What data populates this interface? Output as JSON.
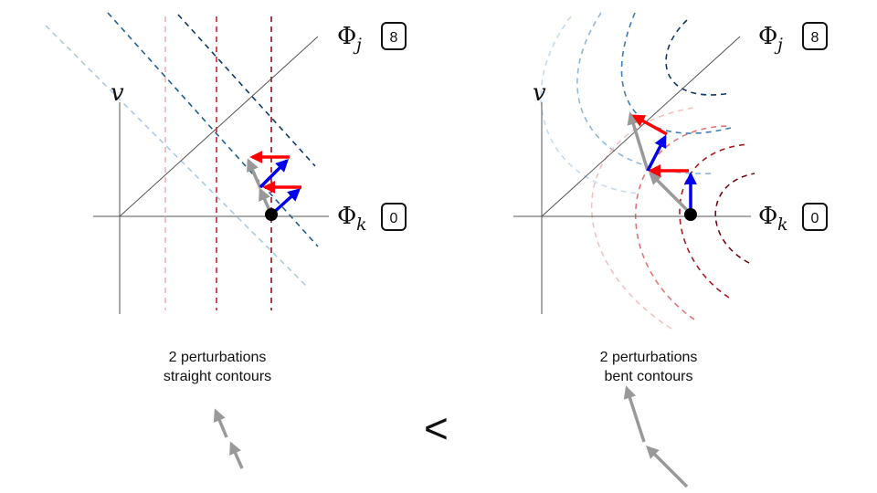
{
  "panels": [
    {
      "axis_y": "v",
      "axis_phi_j": {
        "symbol": "Φ",
        "sub": "j",
        "value": "8"
      },
      "axis_phi_k": {
        "symbol": "Φ",
        "sub": "k",
        "value": "0"
      },
      "caption_line1": "2 perturbations",
      "caption_line2": "straight contours",
      "contours": "straight"
    },
    {
      "axis_y": "v",
      "axis_phi_j": {
        "symbol": "Φ",
        "sub": "j",
        "value": "8"
      },
      "axis_phi_k": {
        "symbol": "Φ",
        "sub": "k",
        "value": "0"
      },
      "caption_line1": "2 perturbations",
      "caption_line2": "bent contours",
      "contours": "bent"
    }
  ],
  "comparison_symbol": "<",
  "colors": {
    "gradient_red": "#ff0000",
    "gradient_blue": "#0000ee",
    "path_gray": "#999999",
    "axis": "#555555",
    "blue_contours": [
      "#a9c9e6",
      "#5b93c7",
      "#1f5f93",
      "#0c3a66"
    ],
    "red_contours": [
      "#f2b3b3",
      "#d9474c",
      "#a81d24",
      "#6b0b12"
    ]
  }
}
